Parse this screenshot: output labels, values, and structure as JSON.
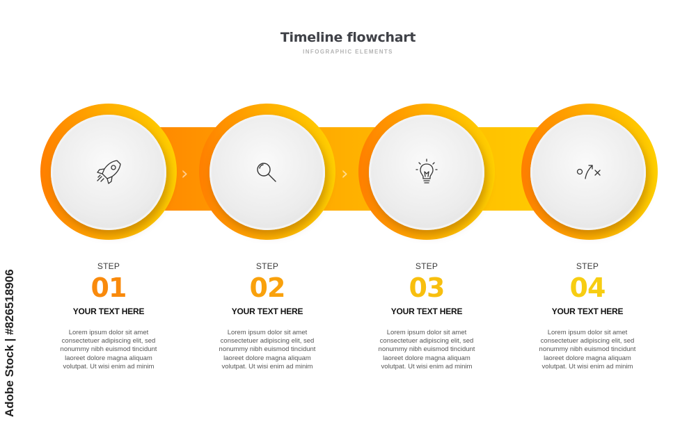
{
  "header": {
    "title": "Timeline flowchart",
    "subtitle": "INFOGRAPHIC ELEMENTS"
  },
  "colors": {
    "band_start": "#ff7f00",
    "band_mid": "#ffb000",
    "band_end": "#ffd000",
    "step1": "#f98a0c",
    "step2": "#f9a10c",
    "step3": "#f8bf0e",
    "step4": "#f7cd12"
  },
  "steps": [
    {
      "label": "STEP",
      "number": "01",
      "heading": "YOUR TEXT HERE",
      "body": "Lorem ipsum dolor sit amet consectetuer adipiscing elit, sed nonummy nibh euismod tincidunt laoreet dolore magna aliquam volutpat. Ut wisi enim ad minim",
      "icon": "rocket-icon"
    },
    {
      "label": "STEP",
      "number": "02",
      "heading": "YOUR TEXT HERE",
      "body": "Lorem ipsum dolor sit amet consectetuer adipiscing elit, sed nonummy nibh euismod tincidunt laoreet dolore magna aliquam volutpat. Ut wisi enim ad minim",
      "icon": "magnifier-icon"
    },
    {
      "label": "STEP",
      "number": "03",
      "heading": "YOUR TEXT HERE",
      "body": "Lorem ipsum dolor sit amet consectetuer adipiscing elit, sed nonummy nibh euismod tincidunt laoreet dolore magna aliquam volutpat. Ut wisi enim ad minim",
      "icon": "lightbulb-icon"
    },
    {
      "label": "STEP",
      "number": "04",
      "heading": "YOUR TEXT HERE",
      "body": "Lorem ipsum dolor sit amet consectetuer adipiscing elit, sed nonummy nibh euismod tincidunt laoreet dolore magna aliquam volutpat. Ut wisi enim ad minim",
      "icon": "strategy-icon"
    }
  ],
  "credit": "Adobe Stock | #826518906"
}
